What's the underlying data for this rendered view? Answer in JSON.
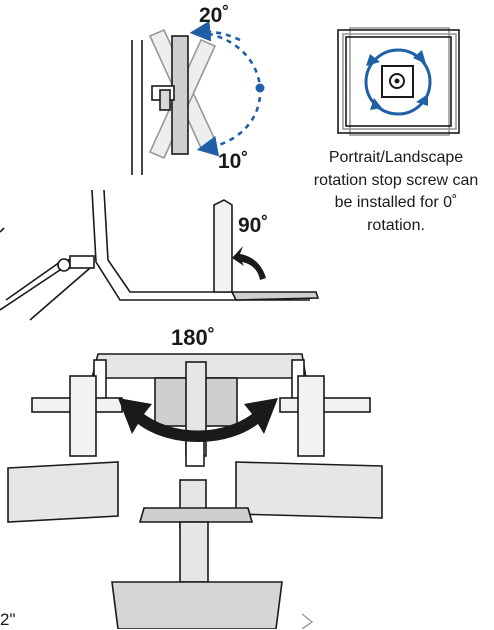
{
  "tilt": {
    "up_angle": "20˚",
    "down_angle": "10˚"
  },
  "rotation_stop": {
    "caption": "Portrait/Landscape rotation stop screw can be installed for 0˚ rotation."
  },
  "rotate": {
    "angle": "90˚"
  },
  "swivel": {
    "angle": "180˚"
  },
  "footer": {
    "cutoff_text": "2\""
  },
  "colors": {
    "arrow_blue": "#1f5fa6",
    "line": "#1a1a1a",
    "fill_light": "#e8e8e8",
    "fill_mid": "#cfcfcf"
  }
}
